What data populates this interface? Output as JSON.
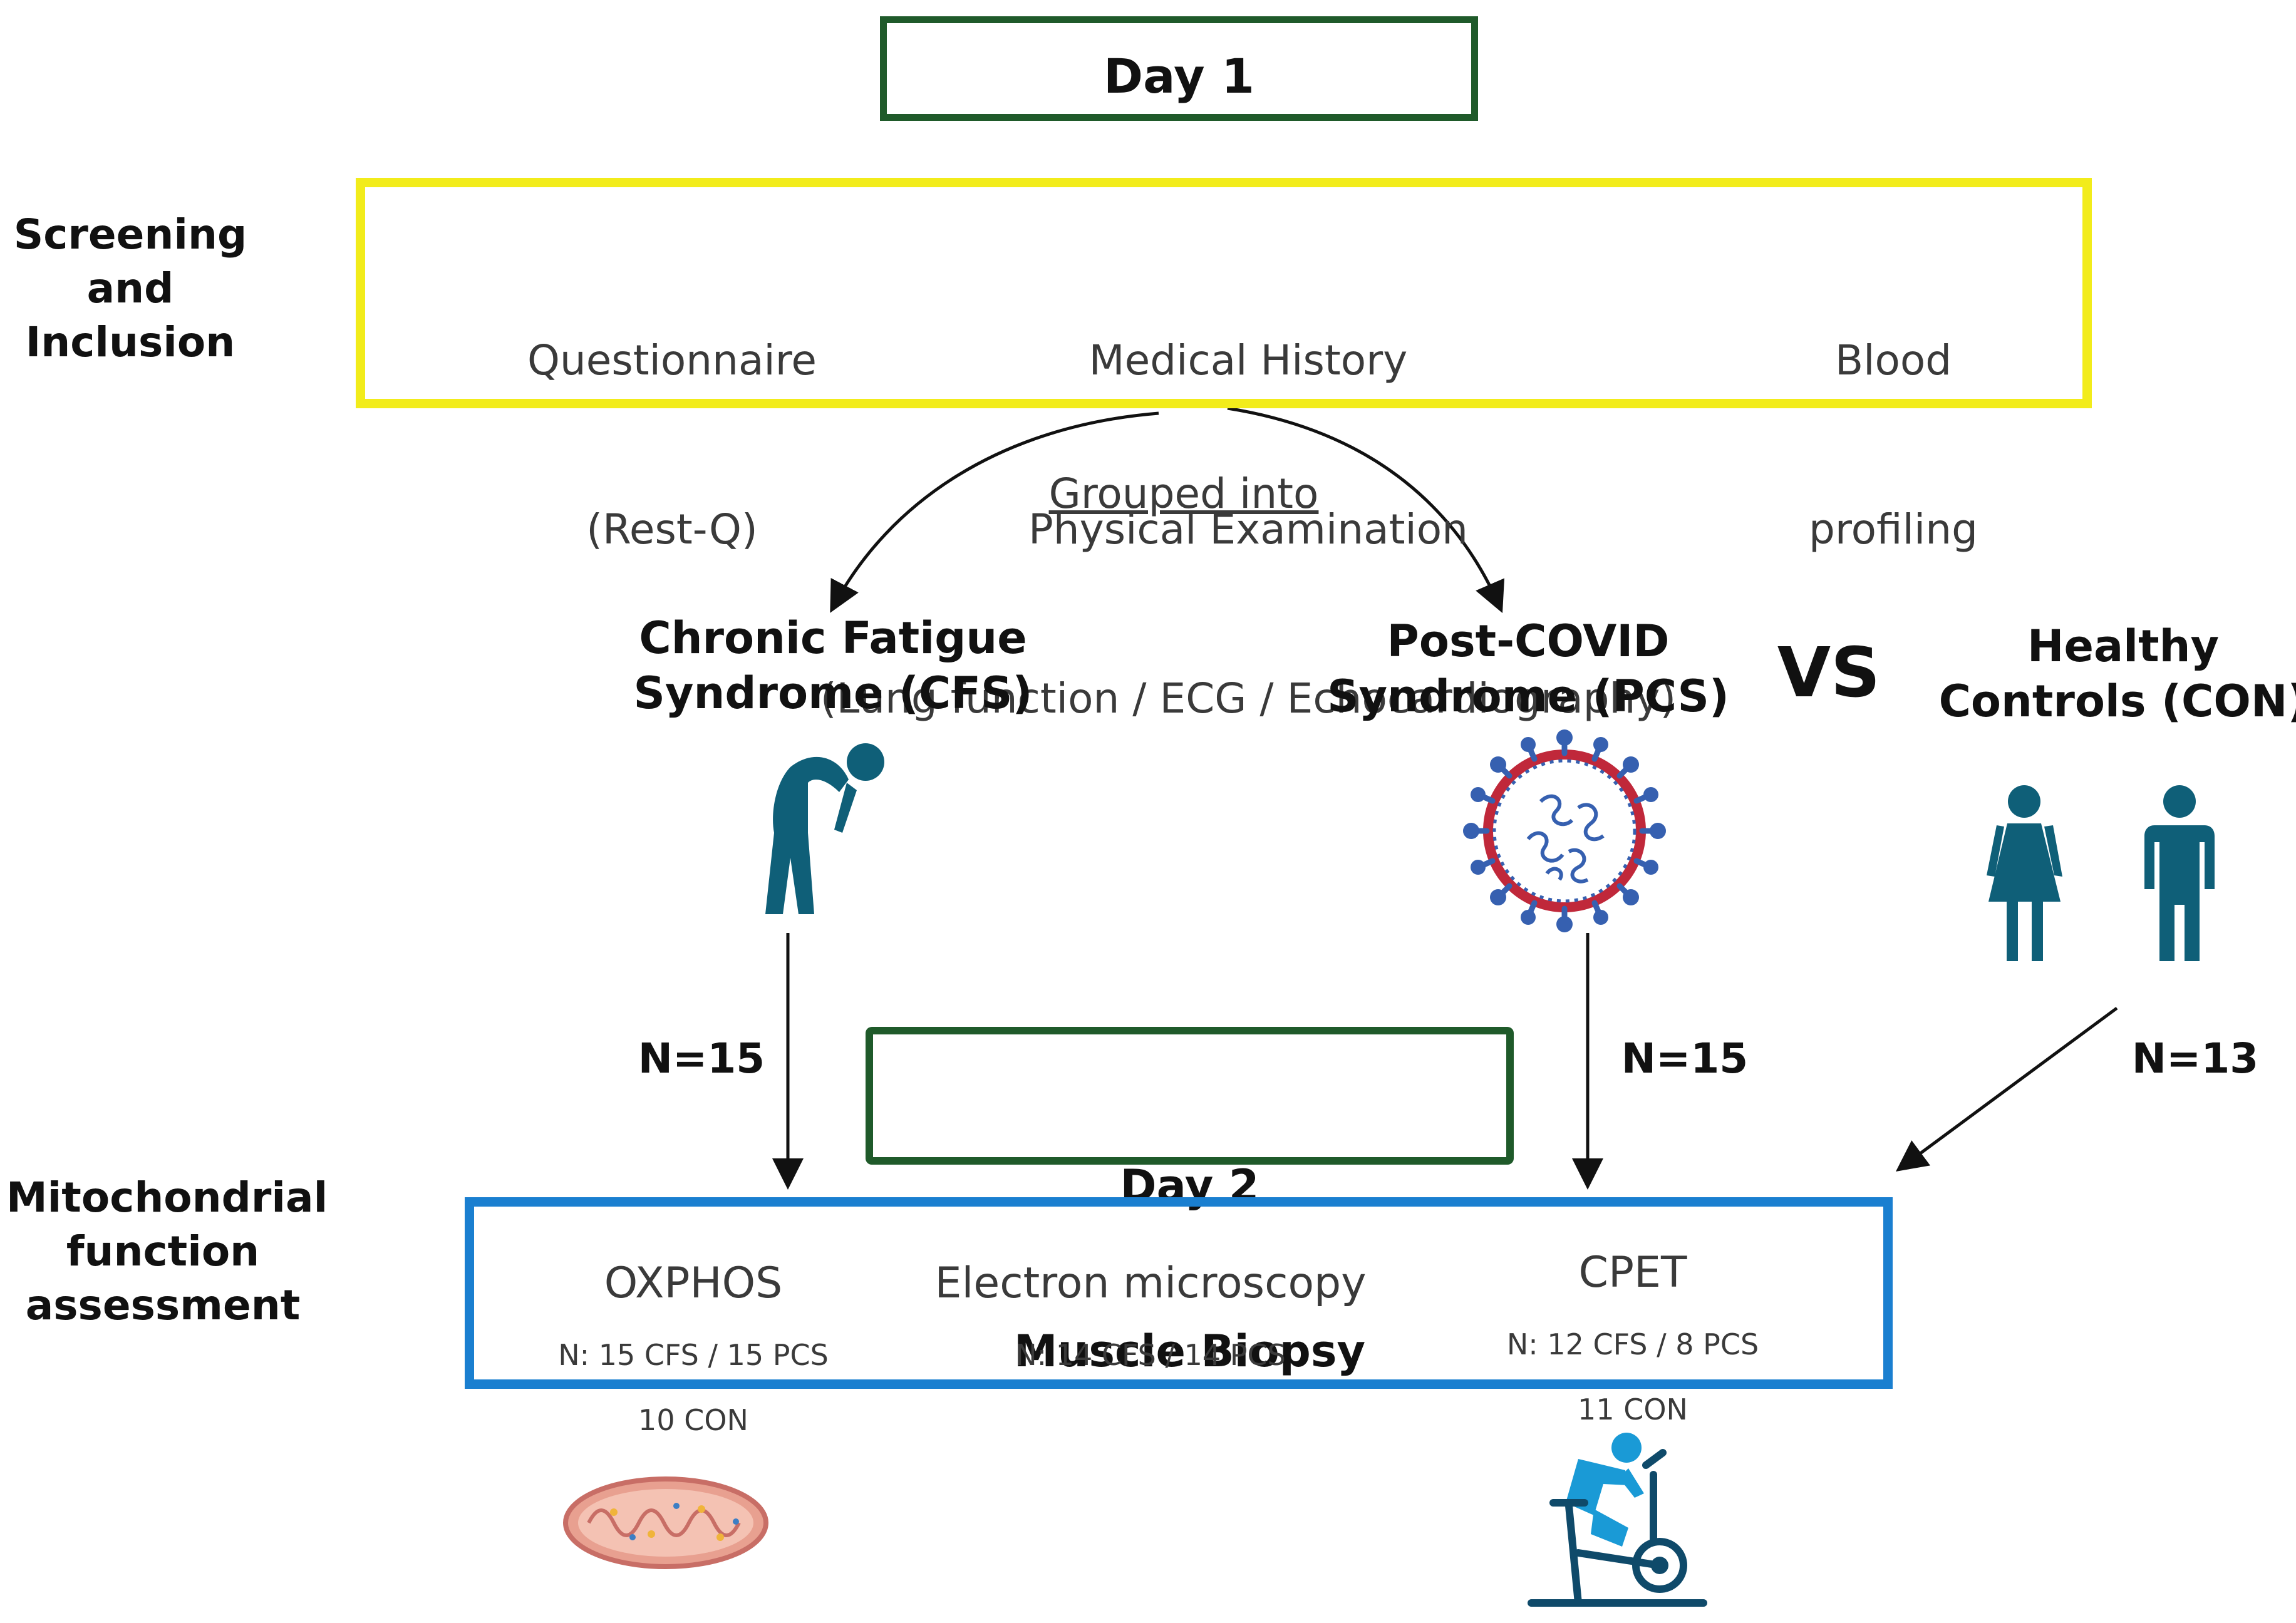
{
  "day1": "Day 1",
  "screening": {
    "side_label": [
      "Screening",
      "and",
      "Inclusion"
    ],
    "questionnaire": [
      "Questionnaire",
      "(Rest-Q)"
    ],
    "medical": [
      "Medical History",
      "Physical Examination",
      "(Lung function / ECG / Echocardiography)"
    ],
    "blood": [
      "Blood",
      "profiling"
    ]
  },
  "grouped_into": "Grouped into",
  "groups": {
    "cfs": [
      "Chronic Fatigue",
      "Syndrome (CFS)"
    ],
    "pcs": [
      "Post-COVID",
      "Syndrome (PCS)"
    ],
    "vs": "VS",
    "con": [
      "Healthy",
      "Controls (CON)"
    ]
  },
  "counts": {
    "cfs": "N=15",
    "pcs": "N=15",
    "con": "N=13"
  },
  "day2": [
    "Day 2",
    "Muscle Biopsy"
  ],
  "mito": {
    "side_label": [
      "Mitochondrial",
      "function",
      "assessment"
    ],
    "oxphos": {
      "title": "OXPHOS",
      "lines": [
        "N: 15 CFS / 15 PCS",
        "10 CON"
      ]
    },
    "em": {
      "title": "Electron microscopy",
      "lines": [
        "N: 14 CFS / 14 PCS"
      ]
    },
    "cpet": {
      "title": "CPET",
      "lines": [
        "N: 12 CFS / 8 PCS",
        "11 CON"
      ]
    }
  },
  "colors": {
    "day_box": "#1f5a2a",
    "screening_box": "#f2ec1b",
    "mito_box": "#1a7fd0",
    "icon_teal": "#0f5f78",
    "virus_blue": "#3660b0",
    "bike_blue": "#1a9ad6"
  },
  "icons": [
    "fatigued-person-icon",
    "virus-icon",
    "woman-icon",
    "man-icon",
    "mitochondrion-icon",
    "exercise-bike-icon"
  ]
}
